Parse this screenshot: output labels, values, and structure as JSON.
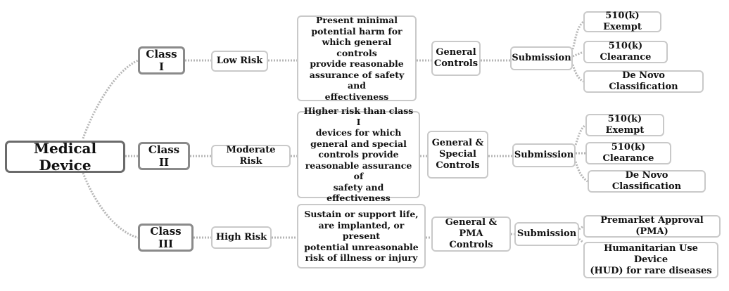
{
  "root": {
    "label": "Medical Device"
  },
  "classes": [
    {
      "label": "Class I",
      "risk": "Low Risk",
      "description": "Present minimal\npotential harm for\nwhich general controls\nprovide reasonable\nassurance of  safety and\neffectiveness",
      "controls": "General\nControls",
      "submission": "Submission",
      "pathways": [
        "510(k) Exempt",
        "510(k) Clearance",
        "De Novo Classification"
      ]
    },
    {
      "label": "Class II",
      "risk": "Moderate Risk",
      "description": "Higher risk than class I\ndevices for which\ngeneral and special\ncontrols provide\nreasonable assurance of\nsafety and effectiveness",
      "controls": "General &\nSpecial\nControls",
      "submission": "Submission",
      "pathways": [
        "510(k) Exempt",
        "510(k) Clearance",
        "De Novo Classification"
      ]
    },
    {
      "label": "Class III",
      "risk": "High Risk",
      "description": "Sustain or support life,\nare implanted, or present\npotential unreasonable\nrisk of  illness or injury",
      "controls": "General &\nPMA Controls",
      "submission": "Submission",
      "pathways": [
        "Premarket Approval (PMA)",
        "Humanitarian Use Device\n(HUD) for rare diseases"
      ]
    }
  ],
  "colors": {
    "box_border": "#c9c9c9",
    "root_border": "#6b6b6b",
    "class_border": "#8a8a8a",
    "connector": "#b5b5b5",
    "text": "#111111"
  }
}
